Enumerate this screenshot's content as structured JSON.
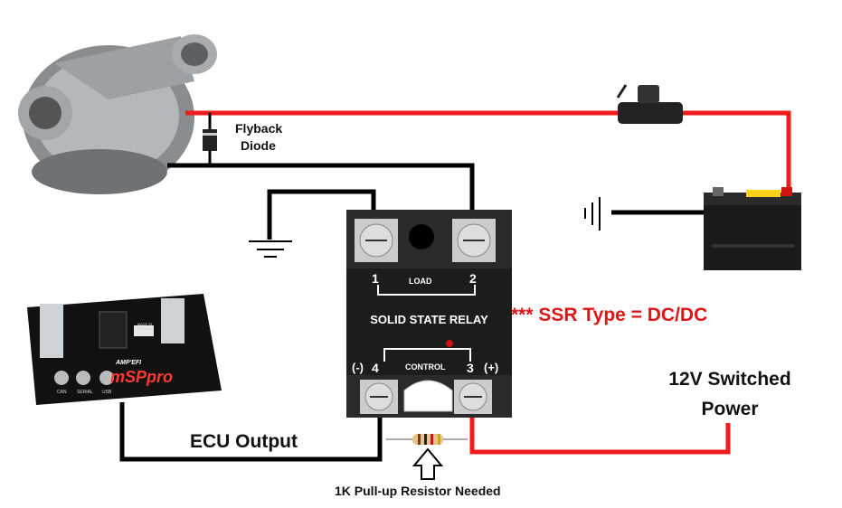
{
  "labels": {
    "flyback_line1": "Flyback",
    "flyback_line2": "Diode",
    "ecu_output": "ECU Output",
    "switched_line1": "12V Switched",
    "switched_line2": "Power",
    "resistor_note": "1K Pull-up Resistor Needed",
    "ssr_type": "*** SSR Type = DC/DC"
  },
  "relay": {
    "title": "SOLID STATE RELAY",
    "load_label": "LOAD",
    "control_label": "CONTROL",
    "terminal_1": "1",
    "terminal_2": "2",
    "terminal_3": "3",
    "terminal_4": "4",
    "neg": "(-)",
    "pos": "(+)"
  },
  "ecu_module": {
    "brand_small": "AMP'EFI",
    "brand_large": "mSPpro",
    "made_in": "MADE IN THE USA",
    "port_can": "CAN",
    "port_serial": "SERIAL",
    "port_usb": "USB"
  },
  "colors": {
    "power_wire": "#ee1c1c",
    "ground_wire": "#000000",
    "ssr_text": "#e01515",
    "relay_body": "#1c1c1c"
  },
  "icons": [
    "water-pump-icon",
    "diode-icon",
    "fuse-icon",
    "ground-symbol-icon",
    "battery-icon",
    "ecu-module-icon",
    "resistor-icon",
    "arrow-up-icon"
  ]
}
